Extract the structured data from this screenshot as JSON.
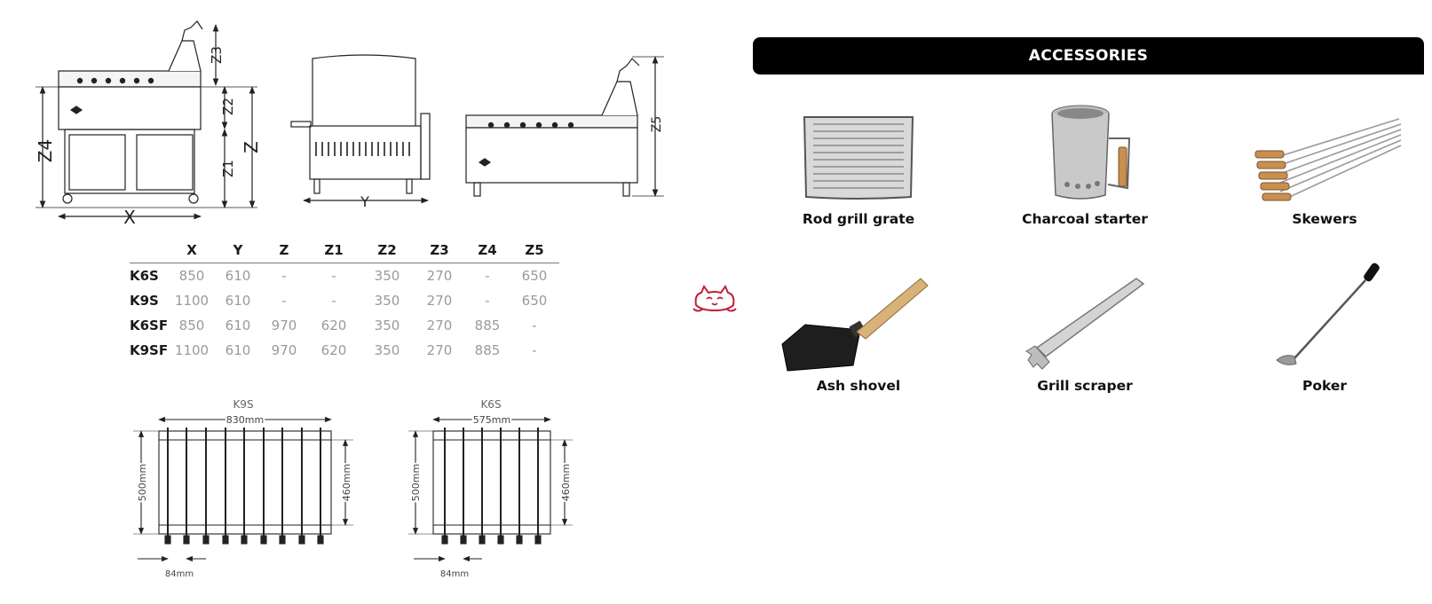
{
  "dimension_letters": {
    "x": "X",
    "y": "Y",
    "z": "Z",
    "z1": "Z1",
    "z2": "Z2",
    "z3": "Z3",
    "z4": "Z4",
    "z5": "Z5"
  },
  "spec_table": {
    "headers": [
      "X",
      "Y",
      "Z",
      "Z1",
      "Z2",
      "Z3",
      "Z4",
      "Z5"
    ],
    "rows": [
      {
        "model": "K6S",
        "values": [
          "850",
          "610",
          "-",
          "-",
          "350",
          "270",
          "-",
          "650"
        ]
      },
      {
        "model": "K9S",
        "values": [
          "1100",
          "610",
          "-",
          "-",
          "350",
          "270",
          "-",
          "650"
        ]
      },
      {
        "model": "K6SF",
        "values": [
          "850",
          "610",
          "970",
          "620",
          "350",
          "270",
          "885",
          "-"
        ]
      },
      {
        "model": "K9SF",
        "values": [
          "1100",
          "610",
          "970",
          "620",
          "350",
          "270",
          "885",
          "-"
        ]
      }
    ]
  },
  "grate_diagrams": [
    {
      "model": "K9S",
      "width": "830mm",
      "depth": "500mm",
      "inner_depth": "460mm",
      "spacing": "84mm"
    },
    {
      "model": "K6S",
      "width": "575mm",
      "depth": "500mm",
      "inner_depth": "460mm",
      "spacing": "84mm"
    }
  ],
  "accessories": {
    "title": "ACCESSORIES",
    "items": [
      {
        "label": "Rod grill grate",
        "icon": "grill-grate-icon"
      },
      {
        "label": "Charcoal starter",
        "icon": "charcoal-starter-icon"
      },
      {
        "label": "Skewers",
        "icon": "skewers-icon"
      },
      {
        "label": "Ash shovel",
        "icon": "ash-shovel-icon"
      },
      {
        "label": "Grill scraper",
        "icon": "grill-scraper-icon"
      },
      {
        "label": "Poker",
        "icon": "poker-icon"
      }
    ]
  },
  "colors": {
    "banner": "#000000",
    "logo": "#c0213a",
    "muted_text": "#9a9a9a"
  }
}
